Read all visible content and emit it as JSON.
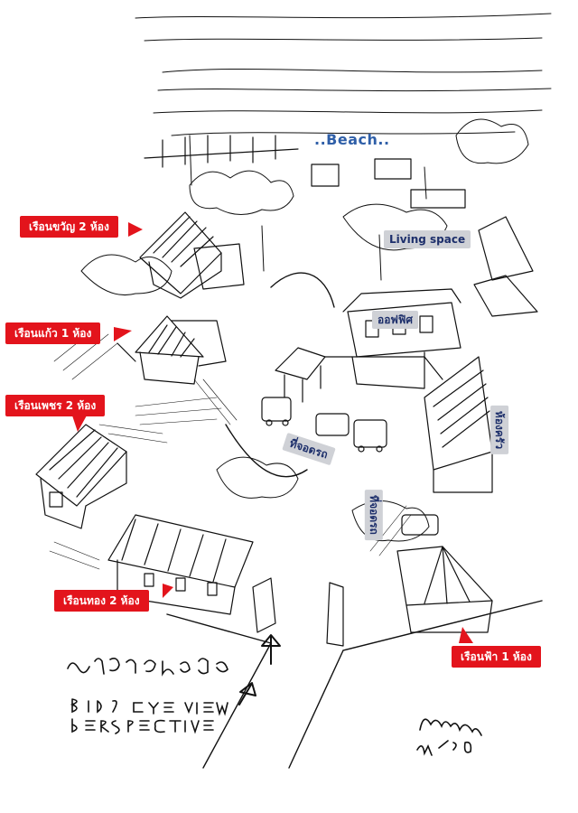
{
  "colors": {
    "callout_red": "#e3141c",
    "label_gray": "#cfd1d6",
    "label_text_navy": "#1d2f6b",
    "beach_blue": "#2f5fa8",
    "sketch_ink": "#111111"
  },
  "beach_label": "..Beach..",
  "living_space_label": "Living space",
  "office_label": "ออฟฟิศ",
  "kitchen_label": "ห้องครัว",
  "parking_labels": [
    "ที่จอดรถ",
    "ที่จอดรถ"
  ],
  "callouts": [
    "เรือนขวัญ 2 ห้อง",
    "เรือนแก้ว 1 ห้อง",
    "เรือนเพชร 2 ห้อง",
    "เรือนทอง 2 ห้อง",
    "เรือนฟ้า 1 ห้อง"
  ],
  "handwriting": {
    "title_thai": "บ้านกระท่อมทอง",
    "subtitle_line1": "BIRD EYE VIEW",
    "subtitle_line2": "PERSPECTIVE",
    "signature": "เดชาพร สุขเดช",
    "date": "6/9/60"
  }
}
